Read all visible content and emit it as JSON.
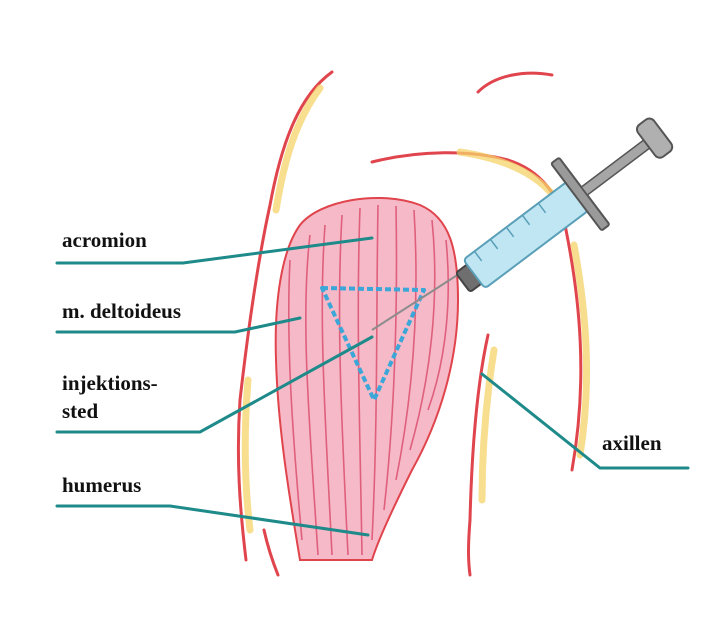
{
  "labels": {
    "acromion": "acromion",
    "deltoid": "m. deltoideus",
    "injection_line1": "injektions-",
    "injection_line2": "sted",
    "humerus": "humerus",
    "axilla": "axillen"
  },
  "colors": {
    "background": "#ffffff",
    "skin_outline": "#e0444c",
    "skin_shade": "#f5d36a",
    "muscle": "#ef7f9a",
    "muscle_fibers": "#d94a6a",
    "leader_line": "#1e8a8a",
    "injection_triangle": "#3aa7d8",
    "syringe_barrel": "#bfe6f2",
    "syringe_metal": "#8c8c8c"
  }
}
